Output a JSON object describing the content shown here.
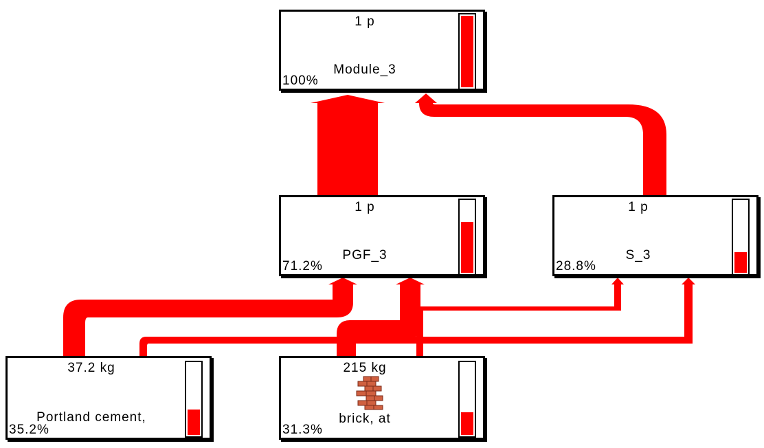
{
  "colors": {
    "flow": "#ff0000",
    "border": "#000000",
    "bar_fill": "#ff0000"
  },
  "nodes": {
    "module": {
      "amount": "1 p",
      "name": "Module_3",
      "percent": "100%",
      "fill": 1.0
    },
    "pgf": {
      "amount": "1 p",
      "name": "PGF_3",
      "percent": "71.2%",
      "fill": 0.712
    },
    "s": {
      "amount": "1 p",
      "name": "S_3",
      "percent": "28.8%",
      "fill": 0.288
    },
    "cement": {
      "amount": "37.2 kg",
      "name": "Portland cement,",
      "percent": "35.2%",
      "fill": 0.352
    },
    "brick": {
      "amount": "215 kg",
      "name": "brick, at",
      "percent": "31.3%",
      "fill": 0.313,
      "icon": "brick-stack-icon"
    }
  }
}
